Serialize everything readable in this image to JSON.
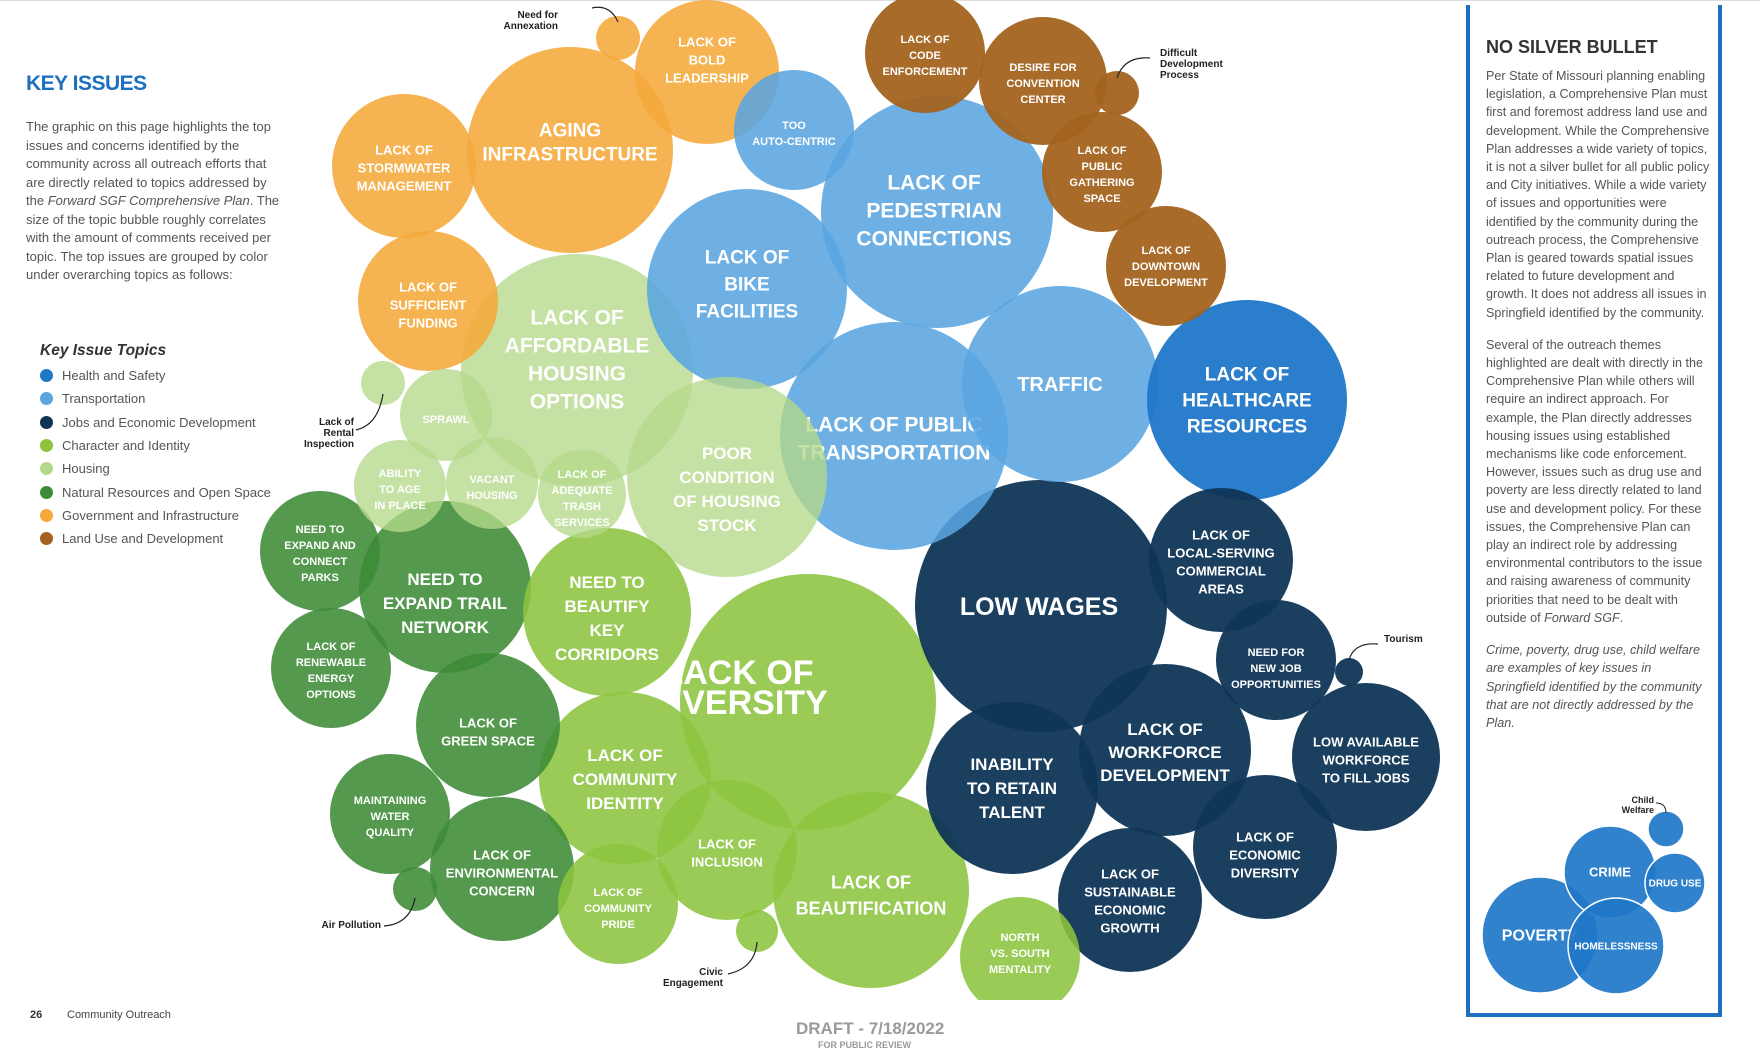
{
  "page": {
    "title": "KEY ISSUES",
    "intro_parts": [
      "The graphic on this page highlights the top issues and concerns identified by the community across all outreach efforts that are directly related to topics addressed by the ",
      "Forward SGF Comprehensive Plan",
      ". The size of the topic bubble roughly correlates with the amount of comments received per topic. The top issues are grouped by color under overarching topics as follows:"
    ],
    "footer_page_number": "26",
    "footer_section": "Community Outreach",
    "draft": "DRAFT - 7/18/2022",
    "draft_sub": "FOR PUBLIC REVIEW"
  },
  "legend": {
    "title": "Key Issue Topics",
    "items": [
      {
        "label": "Health and Safety",
        "color": "#1f77c8"
      },
      {
        "label": "Transportation",
        "color": "#5aa5e0"
      },
      {
        "label": "Jobs and Economic Development",
        "color": "#0f3556"
      },
      {
        "label": "Character and Identity",
        "color": "#8cc43f"
      },
      {
        "label": "Housing",
        "color": "#b5d98a"
      },
      {
        "label": "Natural Resources and Open Space",
        "color": "#3d8b37"
      },
      {
        "label": "Government and Infrastructure",
        "color": "#f5a93a"
      },
      {
        "label": "Land Use and Development",
        "color": "#a3631f"
      }
    ]
  },
  "bubbles": [
    {
      "label": "LACK OF DIVERSITY",
      "topic": 3,
      "size": 9
    },
    {
      "label": "LOW WAGES",
      "topic": 2,
      "size": 9
    },
    {
      "label": "LACK OF PEDESTRIAN CONNECTIONS",
      "topic": 1,
      "size": 8
    },
    {
      "label": "LACK OF PUBLIC TRANSPORTATION",
      "topic": 1,
      "size": 8
    },
    {
      "label": "LACK OF AFFORDABLE HOUSING OPTIONS",
      "topic": 4,
      "size": 8
    },
    {
      "label": "AGING INFRASTRUCTURE",
      "topic": 6,
      "size": 7
    },
    {
      "label": "TRAFFIC",
      "topic": 1,
      "size": 7
    },
    {
      "label": "LACK OF BIKE FACILITIES",
      "topic": 1,
      "size": 7
    },
    {
      "label": "POOR CONDITION OF HOUSING STOCK",
      "topic": 4,
      "size": 7
    },
    {
      "label": "LACK OF HEALTHCARE RESOURCES",
      "topic": 0,
      "size": 7
    },
    {
      "label": "LACK OF BEAUTIFICATION",
      "topic": 3,
      "size": 6
    },
    {
      "label": "NEED TO EXPAND TRAIL NETWORK",
      "topic": 5,
      "size": 6
    },
    {
      "label": "NEED TO BEAUTIFY KEY CORRIDORS",
      "topic": 3,
      "size": 6
    },
    {
      "label": "LACK OF COMMUNITY IDENTITY",
      "topic": 3,
      "size": 6
    },
    {
      "label": "LACK OF WORKFORCE DEVELOPMENT",
      "topic": 2,
      "size": 6
    },
    {
      "label": "INABILITY TO RETAIN TALENT",
      "topic": 2,
      "size": 6
    },
    {
      "label": "LACK OF STORMWATER MANAGEMENT",
      "topic": 6,
      "size": 5
    },
    {
      "label": "LACK OF SUFFICIENT FUNDING",
      "topic": 6,
      "size": 5
    },
    {
      "label": "LACK OF BOLD LEADERSHIP",
      "topic": 6,
      "size": 5
    },
    {
      "label": "LACK OF LOCAL-SERVING COMMERCIAL AREAS",
      "topic": 2,
      "size": 5
    },
    {
      "label": "LOW AVAILABLE WORKFORCE TO FILL JOBS",
      "topic": 2,
      "size": 5
    },
    {
      "label": "LACK OF ECONOMIC DIVERSITY",
      "topic": 2,
      "size": 5
    },
    {
      "label": "LACK OF SUSTAINABLE ECONOMIC GROWTH",
      "topic": 2,
      "size": 5
    },
    {
      "label": "LACK OF ENVIRONMENTAL CONCERN",
      "topic": 5,
      "size": 5
    },
    {
      "label": "LACK OF GREEN SPACE",
      "topic": 5,
      "size": 5
    },
    {
      "label": "LACK OF INCLUSION",
      "topic": 3,
      "size": 5
    },
    {
      "label": "TOO AUTO-CENTRIC",
      "topic": 1,
      "size": 5
    },
    {
      "label": "DESIRE FOR CONVENTION CENTER",
      "topic": 7,
      "size": 5
    },
    {
      "label": "LACK OF PUBLIC GATHERING SPACE",
      "topic": 7,
      "size": 4
    },
    {
      "label": "LACK OF CODE ENFORCEMENT",
      "topic": 7,
      "size": 4
    },
    {
      "label": "LACK OF DOWNTOWN DEVELOPMENT",
      "topic": 7,
      "size": 4
    },
    {
      "label": "NEED FOR NEW JOB OPPORTUNITIES",
      "topic": 2,
      "size": 4
    },
    {
      "label": "NEED TO EXPAND AND CONNECT PARKS",
      "topic": 5,
      "size": 4
    },
    {
      "label": "LACK OF RENEWABLE ENERGY OPTIONS",
      "topic": 5,
      "size": 4
    },
    {
      "label": "MAINTAINING WATER QUALITY",
      "topic": 5,
      "size": 4
    },
    {
      "label": "LACK OF COMMUNITY PRIDE",
      "topic": 3,
      "size": 4
    },
    {
      "label": "NORTH VS. SOUTH MENTALITY",
      "topic": 3,
      "size": 4
    },
    {
      "label": "LACK OF ADEQUATE TRASH SERVICES",
      "topic": 4,
      "size": 3
    },
    {
      "label": "SPRAWL",
      "topic": 4,
      "size": 3
    },
    {
      "label": "ABILITY TO AGE IN PLACE",
      "topic": 4,
      "size": 3
    },
    {
      "label": "VACANT HOUSING",
      "topic": 4,
      "size": 3
    },
    {
      "label": "Need for Annexation",
      "topic": 6,
      "size": 1
    },
    {
      "label": "Difficult Development Process",
      "topic": 7,
      "size": 1
    },
    {
      "label": "Lack of Rental Inspection",
      "topic": 4,
      "size": 1
    },
    {
      "label": "Tourism",
      "topic": 2,
      "size": 1
    },
    {
      "label": "Air Pollution",
      "topic": 5,
      "size": 1
    },
    {
      "label": "Civic Engagement",
      "topic": 3,
      "size": 1
    }
  ],
  "sidebar": {
    "title": "NO SILVER BULLET",
    "p1": "Per State of Missouri planning enabling legislation, a Comprehensive Plan must first and foremost address land use and development. While the Comprehensive Plan addresses a wide variety of topics, it is not a silver bullet for all public policy and City initiatives. While a wide variety of issues and opportunities were identified by the community during the outreach process, the Comprehensive Plan is geared towards spatial issues related to future development and growth. It does not address all issues in Springfield identified by the community.",
    "p2_parts": [
      "Several of the outreach themes highlighted are dealt with directly in the Comprehensive Plan while others will require an indirect approach. For example, the Plan directly addresses housing issues using established mechanisms like code enforcement. However, issues such as drug use and poverty are less directly related to land use and development policy. For these issues, the Comprehensive Plan can play an indirect role by addressing environmental contributors to the issue and raising awareness of community priorities that need to be dealt with outside of ",
      "Forward SGF",
      "."
    ],
    "p3": "Crime, poverty, drug use, child welfare are examples of key issues in Springfield identified by the community that are not directly addressed by the Plan.",
    "mini_bubbles": [
      {
        "label": "POVERTY",
        "size": 3
      },
      {
        "label": "CRIME",
        "size": 2
      },
      {
        "label": "HOMELESSNESS",
        "size": 2
      },
      {
        "label": "DRUG USE",
        "size": 1
      },
      {
        "label": "Child Welfare",
        "size": 0
      }
    ]
  }
}
